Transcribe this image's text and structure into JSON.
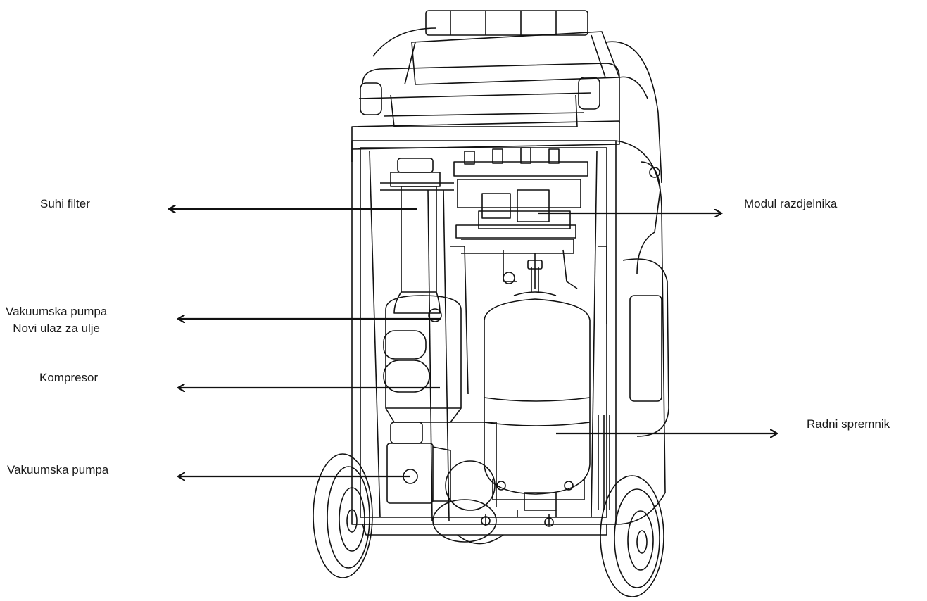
{
  "labels": {
    "suhi_filter": "Suhi filter",
    "vakuumska_novi_line1": "Vakuumska pumpa",
    "vakuumska_novi_line2": "Novi ulaz za ulje",
    "kompresor": "Kompresor",
    "vakuumska_pumpa": "Vakuumska pumpa",
    "modul_razdjelnika": "Modul razdjelnika",
    "radni_spremnik": "Radni spremnik"
  },
  "colors": {
    "line": "#111111",
    "background": "#ffffff",
    "tank_fill": "#ffffff"
  }
}
